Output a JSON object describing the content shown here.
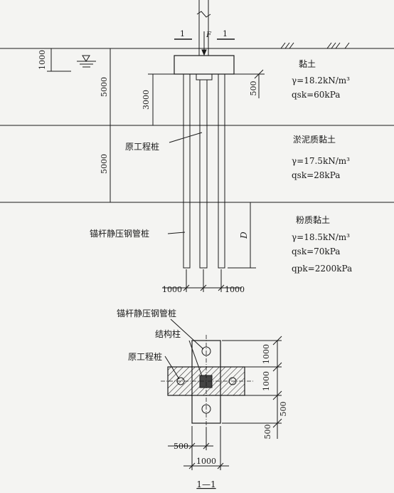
{
  "profile": {
    "strata": [
      {
        "name": "黏土",
        "gamma": "γ=18.2kN/m³",
        "qsk": "qsk=60kPa"
      },
      {
        "name": "淤泥质黏土",
        "gamma": "γ=17.5kN/m³",
        "qsk": "qsk=28kPa"
      },
      {
        "name": "粉质黏土",
        "gamma": "γ=18.5kN/m³",
        "qsk": "qsk=70kPa",
        "qpk": "qpk=2200kPa"
      }
    ],
    "dims": {
      "water_depth": "1000",
      "layer1_thickness": "5000",
      "layer2_thickness": "5000",
      "cap_to_layer_3000": "3000",
      "pile_embed_500": "500",
      "embed_depth_D": "D",
      "bottom_left_spacing": "1000",
      "bottom_right_spacing": "1000"
    },
    "labels": {
      "original_pile": "原工程桩",
      "anchor_pile": "锚杆静压钢管桩",
      "section_mark": "1",
      "load_mark": "F"
    }
  },
  "plan": {
    "labels": {
      "anchor_pile": "锚杆静压钢管桩",
      "structural_column": "结构柱",
      "original_pile": "原工程桩",
      "section_title": "1—1"
    },
    "dims": {
      "top_1000": "1000",
      "mid_1000": "1000",
      "right_500": "500",
      "bottom_500": "500",
      "left_500": "500",
      "width_1000": "1000"
    }
  }
}
